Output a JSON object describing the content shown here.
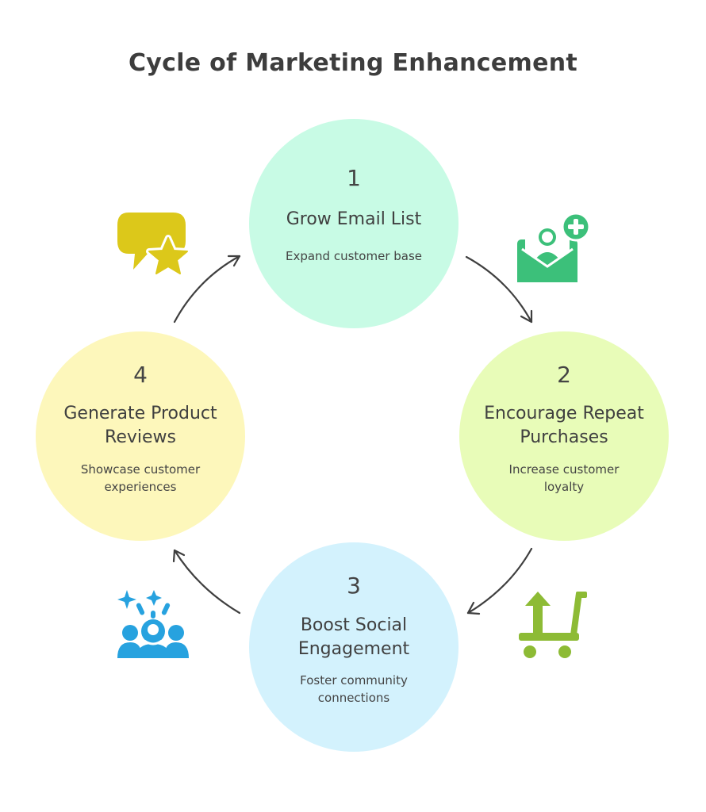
{
  "title": "Cycle of Marketing Enhancement",
  "steps": [
    {
      "number": "1",
      "heading": "Grow Email List",
      "description": "Expand customer base",
      "color": "#c8fbe5",
      "icon": "email-add-user-icon",
      "icon_color": "#3cc07a"
    },
    {
      "number": "2",
      "heading": "Encourage Repeat Purchases",
      "description": "Increase customer loyalty",
      "color": "#e8fcb8",
      "icon": "cart-upload-icon",
      "icon_color": "#8dbb35"
    },
    {
      "number": "3",
      "heading": "Boost Social Engagement",
      "description": "Foster community connections",
      "color": "#d3f2fd",
      "icon": "community-group-icon",
      "icon_color": "#27a2df"
    },
    {
      "number": "4",
      "heading": "Generate Product Reviews",
      "description": "Showcase customer experiences",
      "color": "#fdf7bb",
      "icon": "review-star-icon",
      "icon_color": "#dcc81a"
    }
  ],
  "arrow_color": "#3f3f3f"
}
